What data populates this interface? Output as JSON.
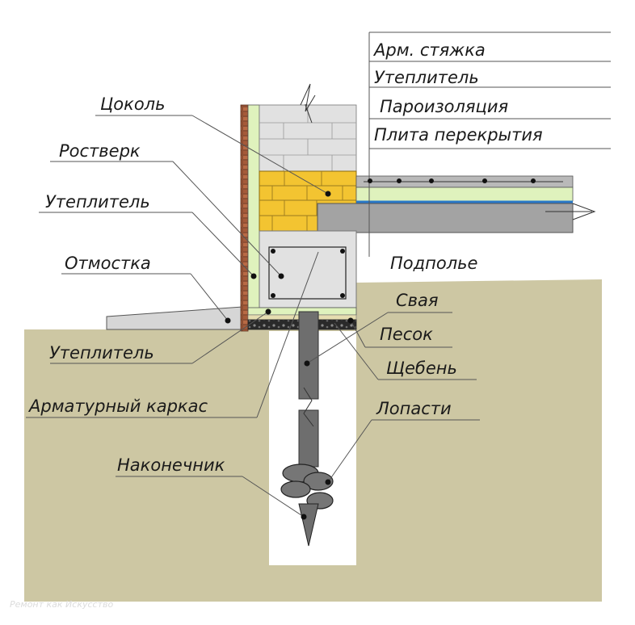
{
  "labels": {
    "arm_styazhka": "Арм. стяжка",
    "uteplitel_top": "Утеплитель",
    "paroizolyatsiya": "Пароизоляция",
    "plita_perekrytiya": "Плита перекрытия",
    "tsokol": "Цоколь",
    "rostverk": "Ростверк",
    "uteplitel_left": "Утеплитель",
    "otmostka": "Отмостка",
    "podpolye": "Подполье",
    "svaya": "Свая",
    "pesok": "Песок",
    "shcheben": "Щебень",
    "uteplitel_bottom": "Утеплитель",
    "armaturnyi_karkas": "Арматурный каркас",
    "lopasti": "Лопасти",
    "nakonechnik": "Наконечник"
  },
  "watermark": "Ремонт как Искусство",
  "colors": {
    "soil": "#cdc7a3",
    "brick": "#9c5a3c",
    "insulation": "#dff2bd",
    "concrete_block": "#e1e1e1",
    "yellow_brick": "#f3c431",
    "slab": "#a3a3a3",
    "vapor_barrier": "#2a78c8",
    "pile": "#6e6e6e",
    "gravel": "#2b2b2b",
    "sand": "#e5ddb0"
  }
}
